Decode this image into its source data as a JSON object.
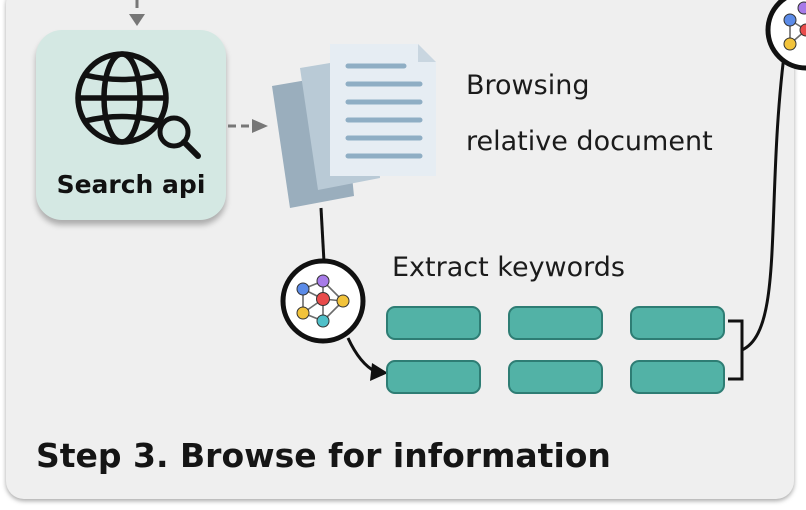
{
  "search_box": {
    "label": "Search api",
    "icon": "globe-search-icon"
  },
  "document": {
    "icon": "document-stack-icon",
    "line1": "Browsing",
    "line2": "relative document"
  },
  "extract": {
    "label": "Extract keywords",
    "icon": "neural-network-icon",
    "keyword_count": 6
  },
  "step": {
    "title": "Step 3. Browse for information"
  },
  "colors": {
    "panel": "#efefef",
    "search_box": "#d4e8e3",
    "keyword_fill": "#52b2a6",
    "keyword_border": "#2e7d74",
    "arrow_gray": "#777777",
    "doc_front": "#e8eef4",
    "doc_lines": "#8faec4"
  }
}
